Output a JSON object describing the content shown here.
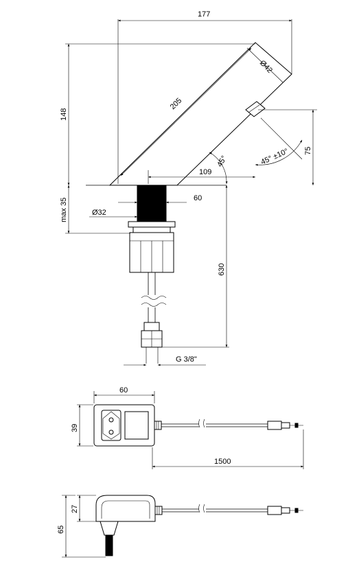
{
  "dimensions": {
    "d177": "177",
    "d148": "148",
    "d205": "205",
    "d42": "Ø42",
    "d75": "75",
    "d45tol": "45° ±10°",
    "d45": "45°",
    "d109": "109",
    "d60a": "60",
    "dmax35": "max 35",
    "d32": "Ø32",
    "d630": "630",
    "dG38": "G 3/8\"",
    "d60b": "60",
    "d39": "39",
    "d1500": "1500",
    "d27": "27",
    "d65": "65"
  }
}
